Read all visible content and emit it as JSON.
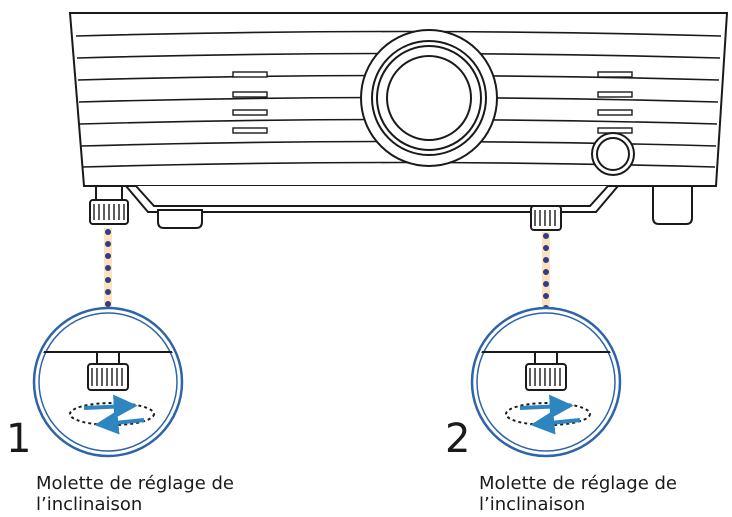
{
  "callouts": [
    {
      "number": "1",
      "caption_line1": "Molette de réglage de",
      "caption_line2": "l’inclinaison"
    },
    {
      "number": "2",
      "caption_line1": "Molette de réglage de",
      "caption_line2": "l’inclinaison"
    }
  ],
  "colors": {
    "outline": "#1a1a1a",
    "callout_ring": "#2f64a8",
    "leader_dots": "#343a86",
    "leader_glow": "#f3d9a4",
    "arrow": "#2e86c1"
  },
  "icons": [
    "projector",
    "tilt-adjuster-foot",
    "rotate-arrows-icon"
  ]
}
